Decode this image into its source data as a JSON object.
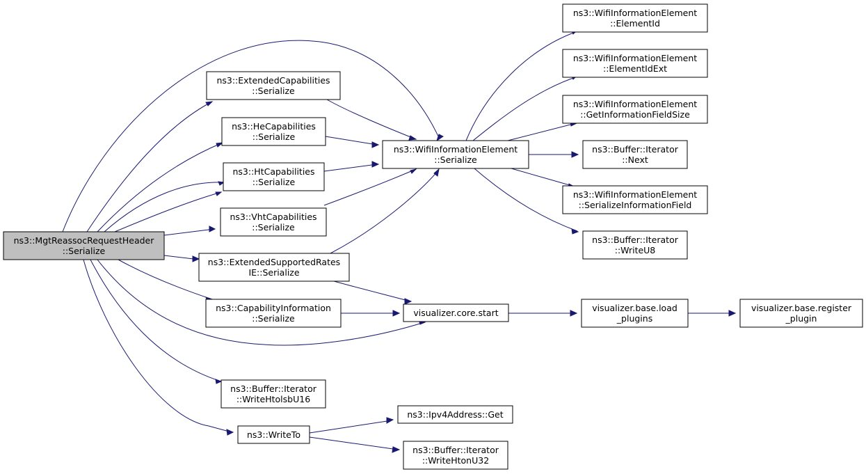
{
  "nodes": {
    "root": [
      "ns3::MgtReassocRequestHeader",
      "::Serialize"
    ],
    "extcap": [
      "ns3::ExtendedCapabilities",
      "::Serialize"
    ],
    "hecap": [
      "ns3::HeCapabilities",
      "::Serialize"
    ],
    "htcap": [
      "ns3::HtCapabilities",
      "::Serialize"
    ],
    "vhtcap": [
      "ns3::VhtCapabilities",
      "::Serialize"
    ],
    "extrates": [
      "ns3::ExtendedSupportedRates",
      "IE::Serialize"
    ],
    "capinfo": [
      "ns3::CapabilityInformation",
      "::Serialize"
    ],
    "writehtolsb": [
      "ns3::Buffer::Iterator",
      "::WriteHtolsbU16"
    ],
    "writeto": [
      "ns3::WriteTo"
    ],
    "wifiser": [
      "ns3::WifiInformationElement",
      "::Serialize"
    ],
    "vizstart": [
      "visualizer.core.start"
    ],
    "ipv4get": [
      "ns3::Ipv4Address::Get"
    ],
    "writehton": [
      "ns3::Buffer::Iterator",
      "::WriteHtonU32"
    ],
    "elemid": [
      "ns3::WifiInformationElement",
      "::ElementId"
    ],
    "elemidext": [
      "ns3::WifiInformationElement",
      "::ElementIdExt"
    ],
    "getinfo": [
      "ns3::WifiInformationElement",
      "::GetInformationFieldSize"
    ],
    "bufnext": [
      "ns3::Buffer::Iterator",
      "::Next"
    ],
    "serinfo": [
      "ns3::WifiInformationElement",
      "::SerializeInformationField"
    ],
    "writeu8": [
      "ns3::Buffer::Iterator",
      "::WriteU8"
    ],
    "loadplugins": [
      "visualizer.base.load",
      "_plugins"
    ],
    "regplugin": [
      "visualizer.base.register",
      "_plugin"
    ]
  },
  "colors": {
    "edge": "#191970",
    "root_fill": "#bfbfbf",
    "node_fill": "#ffffff",
    "node_stroke": "#000000"
  }
}
